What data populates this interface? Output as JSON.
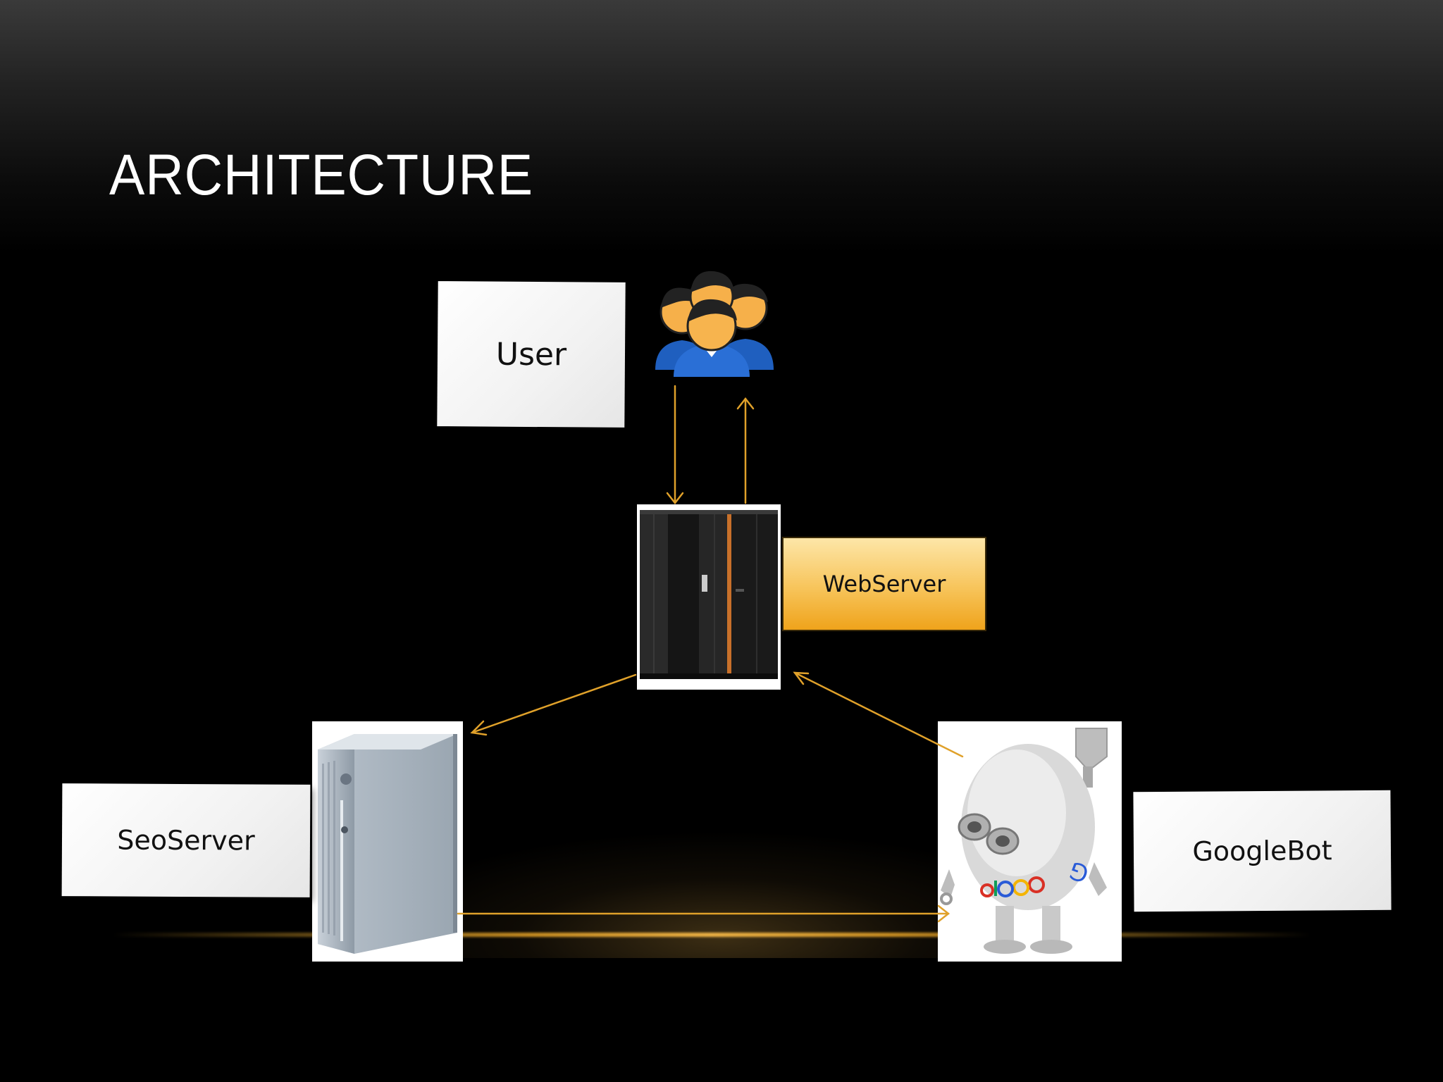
{
  "slide": {
    "title": "ARCHITECTURE"
  },
  "nodes": {
    "user": {
      "label": "User",
      "icon": "users-group-icon"
    },
    "webserver": {
      "label": "WebServer",
      "icon": "mainframe-server-icon"
    },
    "seoserver": {
      "label": "SeoServer",
      "icon": "tower-server-icon"
    },
    "googlebot": {
      "label": "GoogleBot",
      "icon": "google-robot-icon"
    }
  },
  "colors": {
    "background": "#000000",
    "arrow": "#e0a12a",
    "webserver_note_top": "#fde6a8",
    "webserver_note_bottom": "#efa31b",
    "glow_line": "#f0b446"
  },
  "edges": [
    {
      "from": "user",
      "to": "webserver"
    },
    {
      "from": "webserver",
      "to": "user"
    },
    {
      "from": "webserver",
      "to": "seoserver"
    },
    {
      "from": "googlebot",
      "to": "webserver"
    },
    {
      "from": "seoserver",
      "to": "googlebot"
    }
  ]
}
